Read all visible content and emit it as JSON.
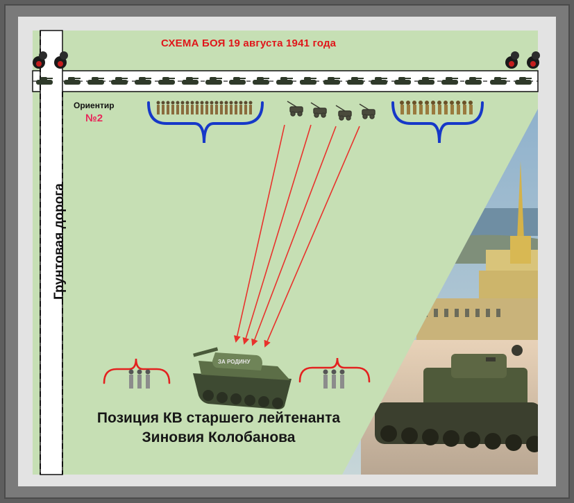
{
  "scheme": {
    "title": "СХЕМА БОЯ 19 августа 1941 года",
    "landmark": {
      "label": "Ориентир",
      "number": "№2"
    },
    "road_label": "Грунтовая дорога",
    "caption_line1": "Позиция КВ старшего лейтенанта",
    "caption_line2": "Зиновия Колобанова",
    "tank_marking": "ЗА РОДИНУ"
  },
  "colors": {
    "field": "#c6dfb4",
    "title": "#e0161a",
    "landmark_number": "#e8265a",
    "fire_lines": "#e8322c",
    "enemy_bracket": "#1638c8",
    "own_bracket": "#e3211f"
  },
  "icons": [
    "tank-column-icon",
    "burning-tank-icon",
    "soldier-icon",
    "artillery-gun-icon",
    "kv-tank-icon",
    "admiralty-photo-icon",
    "kv-photo-icon"
  ]
}
